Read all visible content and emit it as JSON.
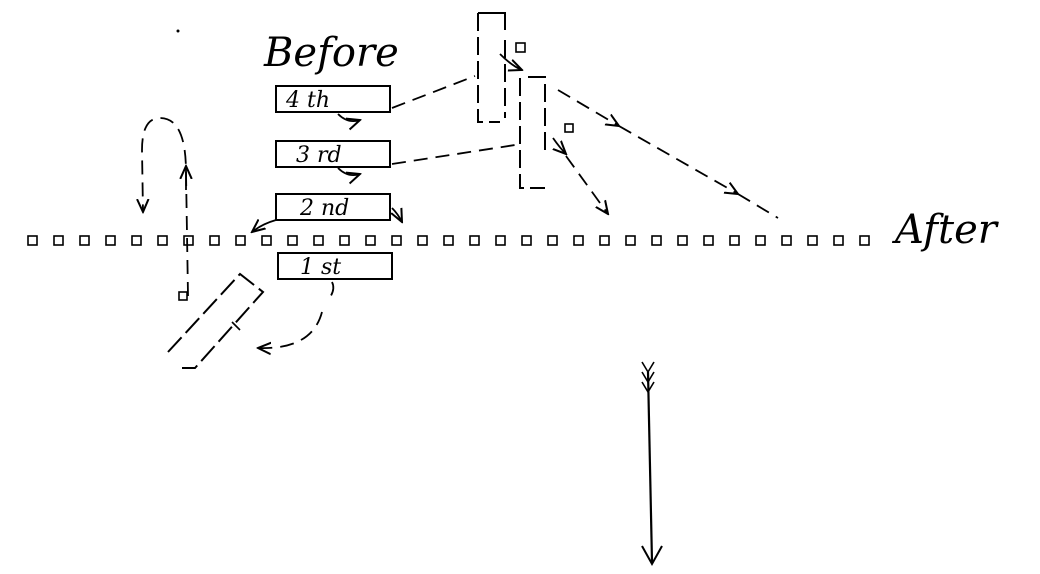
{
  "labels": {
    "before": "Before",
    "after": "After"
  },
  "ranks": [
    {
      "key": "fourth",
      "label": "4 th"
    },
    {
      "key": "third",
      "label": "3 rd"
    },
    {
      "key": "second",
      "label": "2 nd"
    },
    {
      "key": "first",
      "label": "1 st"
    }
  ],
  "colors": {
    "ink": "#000000",
    "background": "#ffffff"
  }
}
